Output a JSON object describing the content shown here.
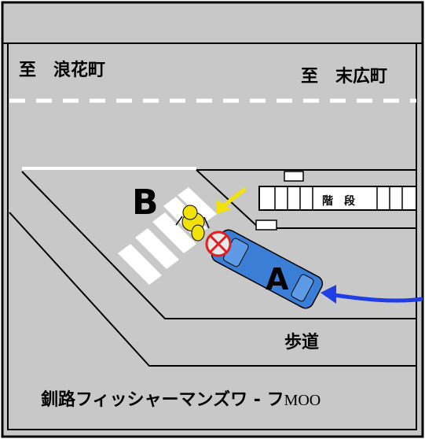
{
  "labels": {
    "to_namiki": "至　浪花町",
    "to_suehiro": "至　末広町",
    "stairs": "階　段",
    "sidewalk": "歩道",
    "letter_b": "B",
    "letter_a": "A",
    "caption": "釧路フィッシャーマンズワ - フ",
    "caption_suffix": "MOO"
  },
  "colors": {
    "road": "#c8c8c8",
    "border": "#000000",
    "car": "#3a7fd5",
    "pedestrian": "#f2e20a",
    "arrow_yellow": "#f2e20a",
    "arrow_blue": "#1f3ee6",
    "collision": "#e02020"
  },
  "icons": {
    "car": "car-icon",
    "pedestrian": "pedestrian-icon",
    "collision": "no-entry-icon"
  }
}
